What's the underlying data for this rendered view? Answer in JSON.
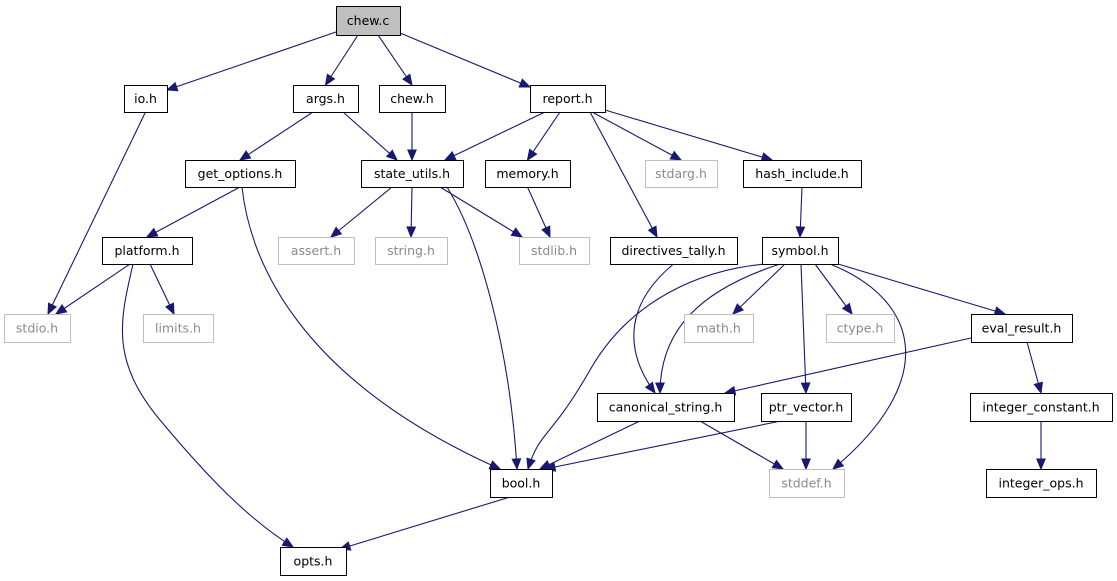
{
  "graph": {
    "colors": {
      "edge": "#191970",
      "root_fill": "#bfbfbf",
      "system_border": "#bfbfbf",
      "system_text": "#8a8a8a"
    },
    "nodes": [
      {
        "id": "chew_c",
        "label": "chew.c",
        "kind": "root"
      },
      {
        "id": "io_h",
        "label": "io.h",
        "kind": "normal"
      },
      {
        "id": "args_h",
        "label": "args.h",
        "kind": "normal"
      },
      {
        "id": "chew_h",
        "label": "chew.h",
        "kind": "normal"
      },
      {
        "id": "report_h",
        "label": "report.h",
        "kind": "normal"
      },
      {
        "id": "get_options_h",
        "label": "get_options.h",
        "kind": "normal"
      },
      {
        "id": "state_utils_h",
        "label": "state_utils.h",
        "kind": "normal"
      },
      {
        "id": "memory_h",
        "label": "memory.h",
        "kind": "normal"
      },
      {
        "id": "stdarg_h",
        "label": "stdarg.h",
        "kind": "system"
      },
      {
        "id": "hash_include_h",
        "label": "hash_include.h",
        "kind": "normal"
      },
      {
        "id": "platform_h",
        "label": "platform.h",
        "kind": "normal"
      },
      {
        "id": "assert_h",
        "label": "assert.h",
        "kind": "system"
      },
      {
        "id": "string_h",
        "label": "string.h",
        "kind": "system"
      },
      {
        "id": "stdlib_h",
        "label": "stdlib.h",
        "kind": "system"
      },
      {
        "id": "directives_tally_h",
        "label": "directives_tally.h",
        "kind": "normal"
      },
      {
        "id": "symbol_h",
        "label": "symbol.h",
        "kind": "normal"
      },
      {
        "id": "stdio_h",
        "label": "stdio.h",
        "kind": "system"
      },
      {
        "id": "limits_h",
        "label": "limits.h",
        "kind": "system"
      },
      {
        "id": "math_h",
        "label": "math.h",
        "kind": "system"
      },
      {
        "id": "ctype_h",
        "label": "ctype.h",
        "kind": "system"
      },
      {
        "id": "eval_result_h",
        "label": "eval_result.h",
        "kind": "normal"
      },
      {
        "id": "canonical_string_h",
        "label": "canonical_string.h",
        "kind": "normal"
      },
      {
        "id": "ptr_vector_h",
        "label": "ptr_vector.h",
        "kind": "normal"
      },
      {
        "id": "integer_constant_h",
        "label": "integer_constant.h",
        "kind": "normal"
      },
      {
        "id": "bool_h",
        "label": "bool.h",
        "kind": "normal"
      },
      {
        "id": "stddef_h",
        "label": "stddef.h",
        "kind": "system"
      },
      {
        "id": "integer_ops_h",
        "label": "integer_ops.h",
        "kind": "normal"
      },
      {
        "id": "opts_h",
        "label": "opts.h",
        "kind": "normal"
      }
    ],
    "edges": [
      [
        "chew_c",
        "io_h"
      ],
      [
        "chew_c",
        "args_h"
      ],
      [
        "chew_c",
        "chew_h"
      ],
      [
        "chew_c",
        "report_h"
      ],
      [
        "io_h",
        "stdio_h"
      ],
      [
        "args_h",
        "get_options_h"
      ],
      [
        "args_h",
        "state_utils_h"
      ],
      [
        "chew_h",
        "state_utils_h"
      ],
      [
        "report_h",
        "state_utils_h"
      ],
      [
        "report_h",
        "memory_h"
      ],
      [
        "report_h",
        "directives_tally_h"
      ],
      [
        "report_h",
        "stdarg_h"
      ],
      [
        "report_h",
        "hash_include_h"
      ],
      [
        "get_options_h",
        "platform_h"
      ],
      [
        "get_options_h",
        "bool_h"
      ],
      [
        "state_utils_h",
        "assert_h"
      ],
      [
        "state_utils_h",
        "string_h"
      ],
      [
        "state_utils_h",
        "stdlib_h"
      ],
      [
        "state_utils_h",
        "bool_h"
      ],
      [
        "memory_h",
        "stdlib_h"
      ],
      [
        "hash_include_h",
        "symbol_h"
      ],
      [
        "platform_h",
        "stdio_h"
      ],
      [
        "platform_h",
        "limits_h"
      ],
      [
        "platform_h",
        "opts_h"
      ],
      [
        "directives_tally_h",
        "canonical_string_h"
      ],
      [
        "symbol_h",
        "bool_h"
      ],
      [
        "symbol_h",
        "canonical_string_h"
      ],
      [
        "symbol_h",
        "math_h"
      ],
      [
        "symbol_h",
        "ptr_vector_h"
      ],
      [
        "symbol_h",
        "ctype_h"
      ],
      [
        "symbol_h",
        "eval_result_h"
      ],
      [
        "symbol_h",
        "stddef_h"
      ],
      [
        "eval_result_h",
        "canonical_string_h"
      ],
      [
        "eval_result_h",
        "integer_constant_h"
      ],
      [
        "canonical_string_h",
        "bool_h"
      ],
      [
        "canonical_string_h",
        "stddef_h"
      ],
      [
        "ptr_vector_h",
        "bool_h"
      ],
      [
        "ptr_vector_h",
        "stddef_h"
      ],
      [
        "integer_constant_h",
        "integer_ops_h"
      ],
      [
        "bool_h",
        "opts_h"
      ]
    ]
  }
}
